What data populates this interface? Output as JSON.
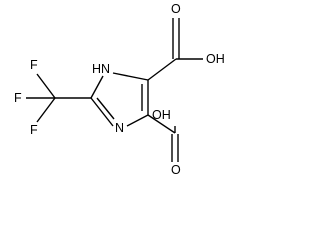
{
  "molecule": {
    "atoms": {
      "nh": "HN",
      "n_ring": "N",
      "f_top": "F",
      "f_left": "F",
      "f_bottom": "F",
      "oh_top": "OH",
      "o_top": "O",
      "oh_bottom": "OH",
      "o_bottom": "O"
    },
    "colors": {
      "bond": "#000000",
      "label": "#000000",
      "background": "#ffffff"
    }
  }
}
